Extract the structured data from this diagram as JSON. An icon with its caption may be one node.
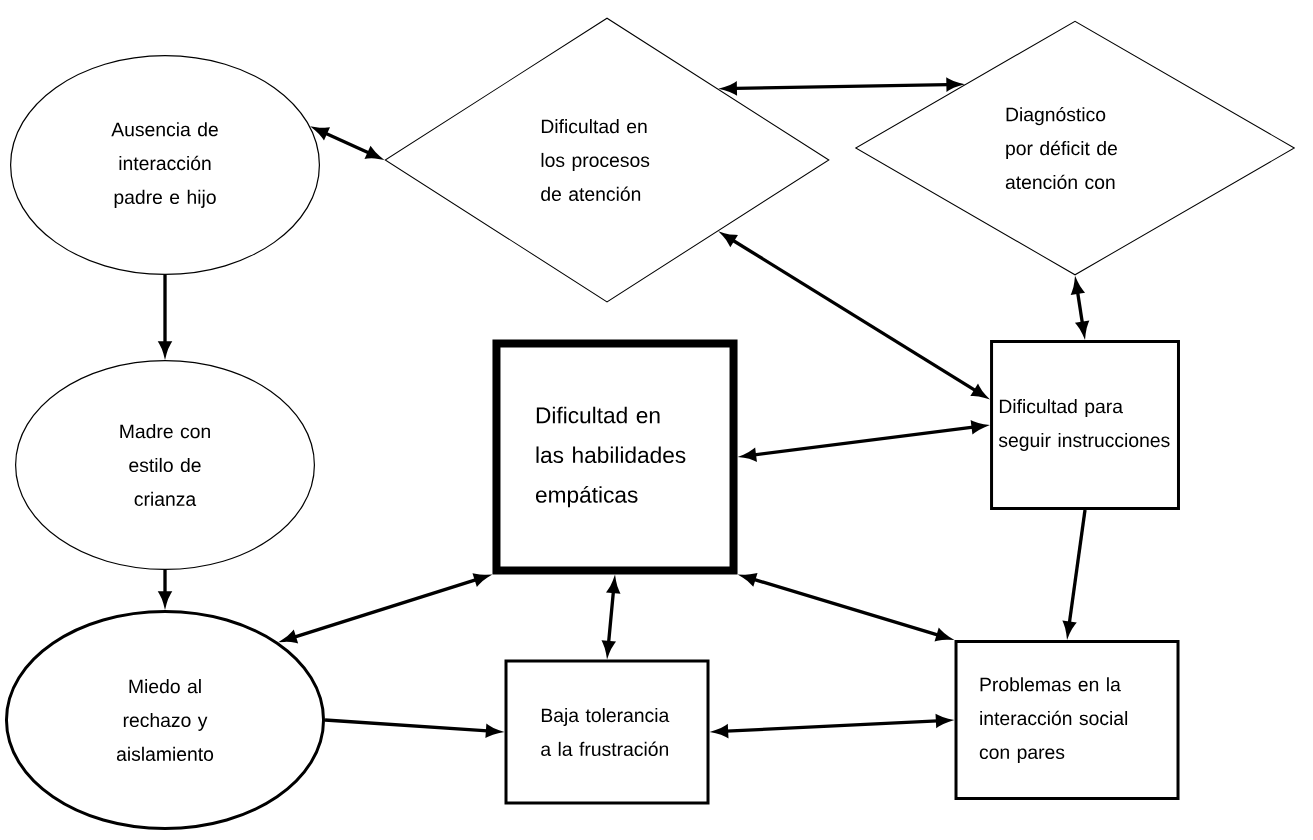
{
  "diagram": {
    "nodes": [
      {
        "text": [
          "Ausencia de interacción padre e hijo"
        ]
      },
      {
        "text": [
          "Dificultad en los procesos de atención"
        ]
      },
      {
        "text": [
          "Diagnóstico por déficit de atención con"
        ]
      },
      {
        "text": [
          "Madre con estilo de crianza"
        ]
      },
      {
        "text": [
          "Dificultad en las habilidades empáticas"
        ]
      },
      {
        "text": [
          "Dificultad para seguir instrucciones"
        ]
      },
      {
        "text": [
          "Miedo al rechazo y aislamiento"
        ]
      },
      {
        "text": [
          "Baja tolerancia a la frustración"
        ]
      },
      {
        "text": [
          "Problemas en la interacción social con pares"
        ]
      }
    ],
    "edges": [
      {
        "from": 0,
        "to": 1,
        "arrow": "both"
      },
      {
        "from": 1,
        "to": 2,
        "arrow": "both"
      },
      {
        "from": 1,
        "to": 5,
        "arrow": "both"
      },
      {
        "from": 2,
        "to": 5,
        "arrow": "both"
      },
      {
        "from": 0,
        "to": 3,
        "arrow": "to"
      },
      {
        "from": 3,
        "to": 6,
        "arrow": "to"
      },
      {
        "from": 4,
        "to": 5,
        "arrow": "both"
      },
      {
        "from": 4,
        "to": 6,
        "arrow": "both"
      },
      {
        "from": 4,
        "to": 7,
        "arrow": "both"
      },
      {
        "from": 4,
        "to": 8,
        "arrow": "both"
      },
      {
        "from": 6,
        "to": 7,
        "arrow": "to"
      },
      {
        "from": 7,
        "to": 8,
        "arrow": "both"
      },
      {
        "from": 5,
        "to": 8,
        "arrow": "to"
      }
    ]
  }
}
